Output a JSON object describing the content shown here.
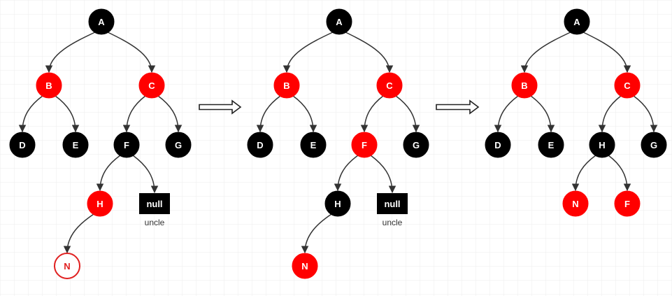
{
  "colors": {
    "red": "#ff0000",
    "black": "#000000",
    "hollow_stroke": "#e02020",
    "edge": "#333333",
    "grid": "#e8e8e8",
    "null_text": "#ffffff"
  },
  "diagrams": [
    {
      "nodes": [
        {
          "id": "A",
          "label": "A",
          "color": "black"
        },
        {
          "id": "B",
          "label": "B",
          "color": "red"
        },
        {
          "id": "C",
          "label": "C",
          "color": "red"
        },
        {
          "id": "D",
          "label": "D",
          "color": "black"
        },
        {
          "id": "E",
          "label": "E",
          "color": "black"
        },
        {
          "id": "F",
          "label": "F",
          "color": "black"
        },
        {
          "id": "G",
          "label": "G",
          "color": "black"
        },
        {
          "id": "H",
          "label": "H",
          "color": "red"
        },
        {
          "id": "null",
          "label": "null",
          "kind": "null-box",
          "note": "uncle"
        },
        {
          "id": "N",
          "label": "N",
          "color": "hollow-red"
        }
      ],
      "edges": [
        [
          "A",
          "B"
        ],
        [
          "A",
          "C"
        ],
        [
          "B",
          "D"
        ],
        [
          "B",
          "E"
        ],
        [
          "C",
          "F"
        ],
        [
          "C",
          "G"
        ],
        [
          "F",
          "H"
        ],
        [
          "F",
          "null"
        ],
        [
          "H",
          "N"
        ]
      ]
    },
    {
      "nodes": [
        {
          "id": "A",
          "label": "A",
          "color": "black"
        },
        {
          "id": "B",
          "label": "B",
          "color": "red"
        },
        {
          "id": "C",
          "label": "C",
          "color": "red"
        },
        {
          "id": "D",
          "label": "D",
          "color": "black"
        },
        {
          "id": "E",
          "label": "E",
          "color": "black"
        },
        {
          "id": "F",
          "label": "F",
          "color": "red"
        },
        {
          "id": "G",
          "label": "G",
          "color": "black"
        },
        {
          "id": "H",
          "label": "H",
          "color": "black"
        },
        {
          "id": "null",
          "label": "null",
          "kind": "null-box",
          "note": "uncle"
        },
        {
          "id": "N",
          "label": "N",
          "color": "red"
        }
      ],
      "edges": [
        [
          "A",
          "B"
        ],
        [
          "A",
          "C"
        ],
        [
          "B",
          "D"
        ],
        [
          "B",
          "E"
        ],
        [
          "C",
          "F"
        ],
        [
          "C",
          "G"
        ],
        [
          "F",
          "H"
        ],
        [
          "F",
          "null"
        ],
        [
          "H",
          "N"
        ]
      ]
    },
    {
      "nodes": [
        {
          "id": "A",
          "label": "A",
          "color": "black"
        },
        {
          "id": "B",
          "label": "B",
          "color": "red"
        },
        {
          "id": "C",
          "label": "C",
          "color": "red"
        },
        {
          "id": "D",
          "label": "D",
          "color": "black"
        },
        {
          "id": "E",
          "label": "E",
          "color": "black"
        },
        {
          "id": "H",
          "label": "H",
          "color": "black"
        },
        {
          "id": "G",
          "label": "G",
          "color": "black"
        },
        {
          "id": "N",
          "label": "N",
          "color": "red"
        },
        {
          "id": "F",
          "label": "F",
          "color": "red"
        }
      ],
      "edges": [
        [
          "A",
          "B"
        ],
        [
          "A",
          "C"
        ],
        [
          "B",
          "D"
        ],
        [
          "B",
          "E"
        ],
        [
          "C",
          "H"
        ],
        [
          "C",
          "G"
        ],
        [
          "H",
          "N"
        ],
        [
          "H",
          "F"
        ]
      ]
    }
  ],
  "transitions": [
    {
      "from": 0,
      "to": 1
    },
    {
      "from": 1,
      "to": 2
    }
  ]
}
